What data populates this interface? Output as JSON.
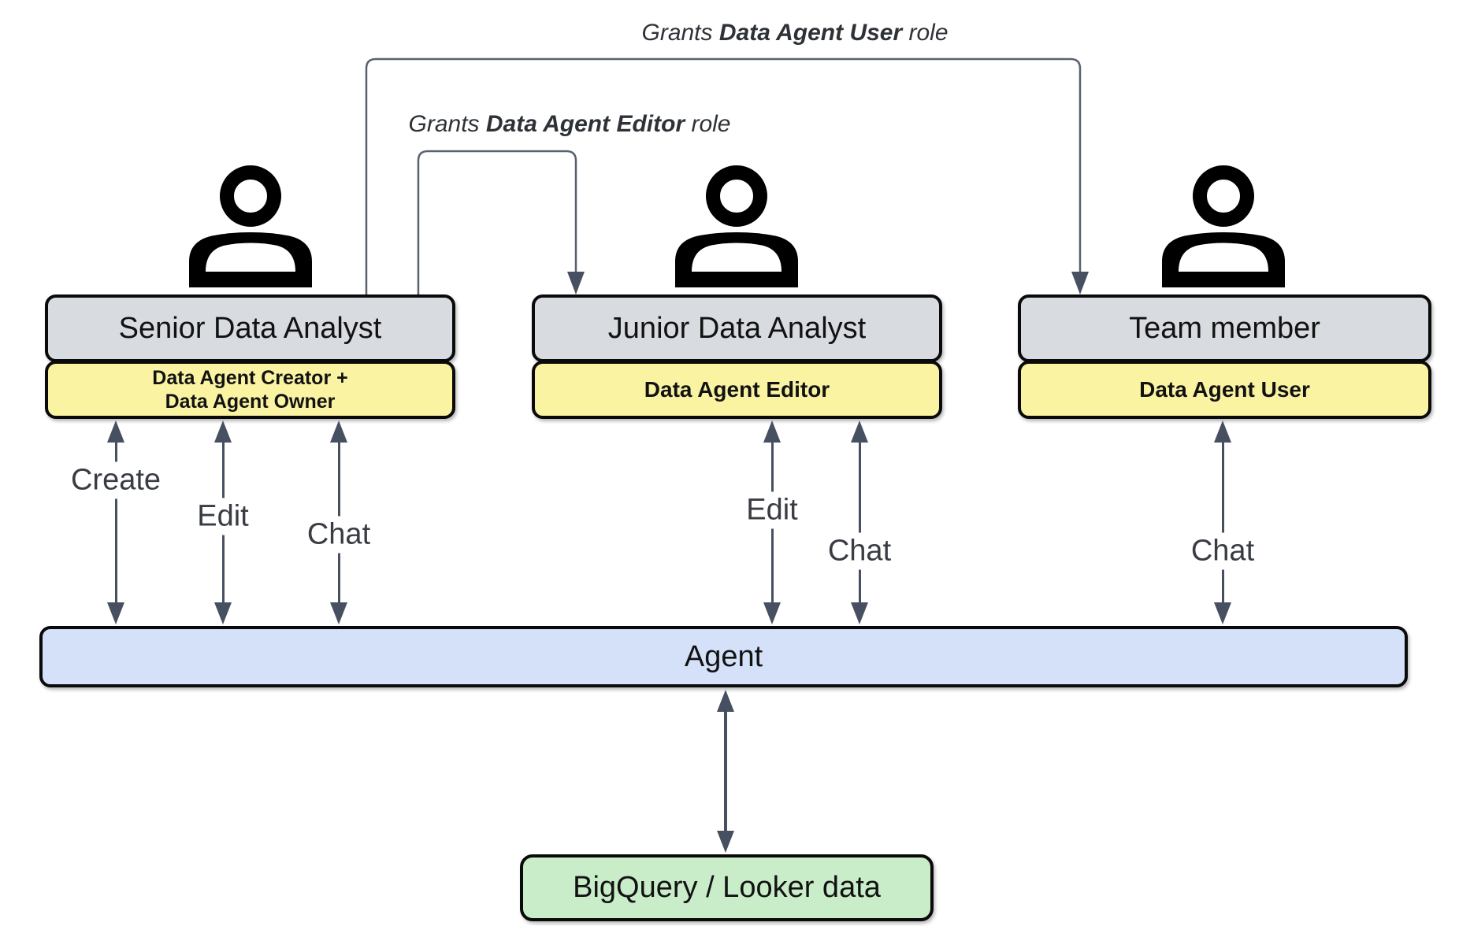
{
  "actors": [
    {
      "title": "Senior Data Analyst",
      "role_lines": [
        "Data Agent Creator +",
        "Data Agent Owner"
      ]
    },
    {
      "title": "Junior Data Analyst",
      "role_lines": [
        "Data Agent Editor"
      ]
    },
    {
      "title": "Team member",
      "role_lines": [
        "Data Agent User"
      ]
    }
  ],
  "grant_annotations": [
    {
      "prefix": "Grants ",
      "role": "Data Agent User",
      "suffix": " role"
    },
    {
      "prefix": "Grants ",
      "role": "Data Agent Editor",
      "suffix": " role"
    }
  ],
  "action_labels": [
    "Create",
    "Edit",
    "Chat",
    "Edit",
    "Chat",
    "Chat"
  ],
  "agent": {
    "label": "Agent"
  },
  "datastore": {
    "label": "BigQuery / Looker data"
  },
  "colors": {
    "actor_box": "#d8dbe0",
    "role_box": "#faf3a2",
    "agent_bar": "#d4e1f9",
    "datastore_box": "#c9ecc9",
    "arrow": "#475060",
    "border": "#000000"
  }
}
